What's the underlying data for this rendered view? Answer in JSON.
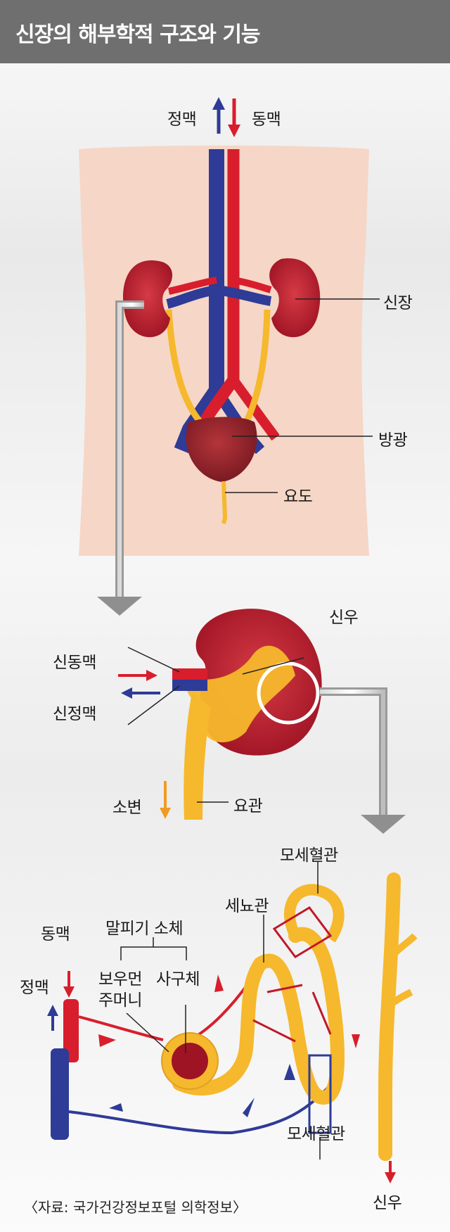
{
  "header": {
    "title": "신장의 해부학적 구조와 기능"
  },
  "legend": {
    "vein": "정맥",
    "artery": "동맥"
  },
  "body_labels": {
    "kidney": "신장",
    "bladder": "방광",
    "urethra": "요도"
  },
  "kidney_labels": {
    "renal_pelvis": "신우",
    "renal_artery": "신동맥",
    "renal_vein": "신정맥",
    "urine": "소변",
    "ureter": "요관"
  },
  "nephron_labels": {
    "capillary_top": "모세혈관",
    "malpighian_corpuscle": "말피기 소체",
    "tubule": "세뇨관",
    "artery": "동맥",
    "vein": "정맥",
    "bowman_line1": "보우먼",
    "bowman_line2": "주머니",
    "glomerulus": "사구체",
    "capillary_bottom": "모세혈관",
    "renal_pelvis": "신우"
  },
  "source": "〈자료: 국가건강정보포털 의학정보〉",
  "colors": {
    "artery": "#d81e2c",
    "vein": "#2e3b97",
    "urine": "#f6b82c",
    "kidney": "#b5172b",
    "skin": "#f6d6c6",
    "header": "#6f6f6f"
  }
}
